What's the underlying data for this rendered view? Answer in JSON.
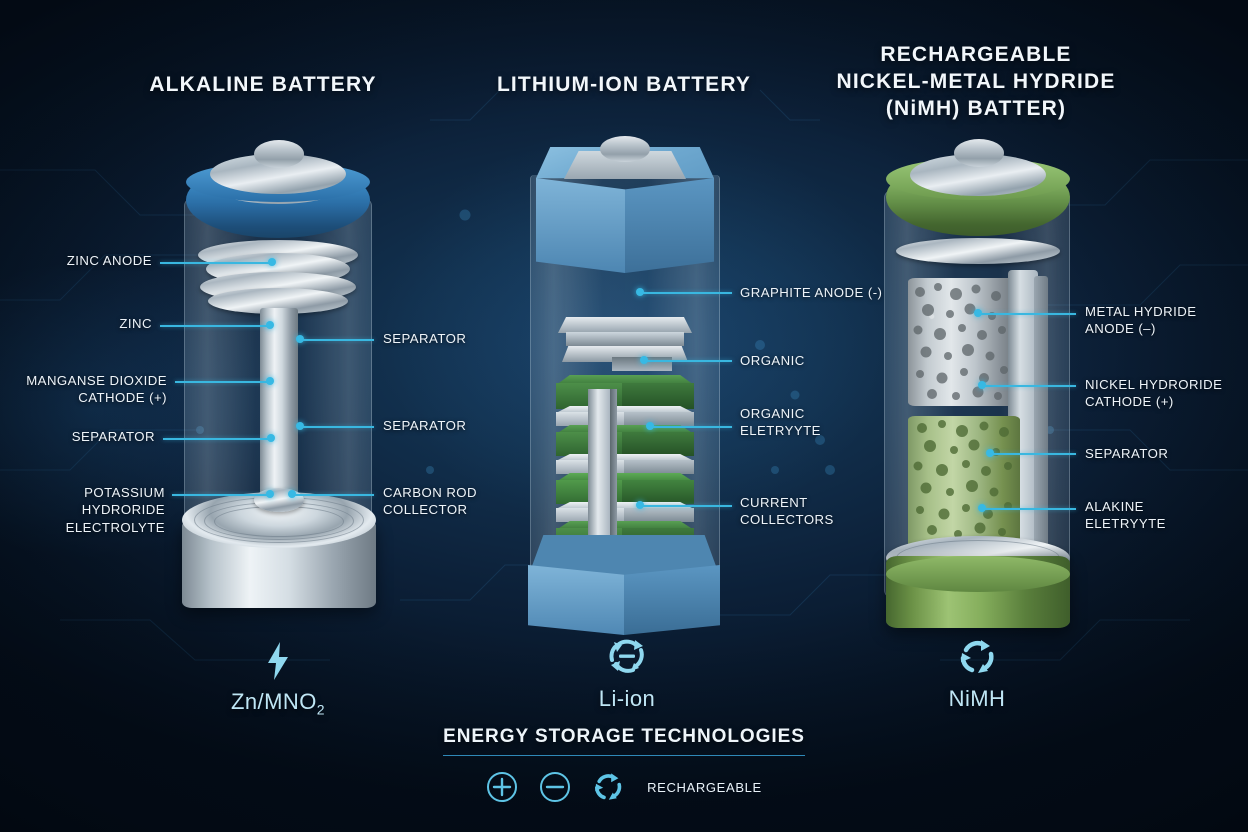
{
  "page": {
    "background_color": "#0a1628",
    "accent_color": "#39b7e0",
    "text_color": "#eef4f9"
  },
  "columns": [
    {
      "id": "alkaline",
      "title": "ALKALINE BATTERY",
      "chem_symbol": "Zn/MNO",
      "chem_subscript": "2",
      "chem_icon": "lightning-bolt-icon",
      "labels_left": [
        "ZINC ANODE",
        "ZINC",
        "MANGANSE DIOXIDE\nCATHODE (+)",
        "SEPARATOR",
        "POTASSIUM HYDRORIDE\nELECTROLYTE"
      ],
      "labels_right": [
        "SEPARATOR",
        "SEPARATOR",
        "CARBON ROD\nCOLLECTOR"
      ]
    },
    {
      "id": "lithium",
      "title": "LITHIUM-ION BATTERY",
      "chem_symbol": "Li-ion",
      "chem_subscript": "",
      "chem_icon": "recycle-minus-icon",
      "labels_left": [],
      "labels_right": [
        "GRAPHITE ANODE (-)",
        "ORGANIC",
        "ORGANIC\nELETRYYTE",
        "CURRENT\nCOLLECTORS"
      ]
    },
    {
      "id": "nimh",
      "title": "RECHARGEABLE\nNICKEL-METAL HYDRIDE\n(NiMH) BATTER)",
      "chem_symbol": "NiMH",
      "chem_subscript": "",
      "chem_icon": "recycle-icon",
      "labels_left": [],
      "labels_right": [
        "METAL HYDRIDE\nANODE (–)",
        "NICKEL HYDRORIDE\nCATHODE (+)",
        "SEPARATOR",
        "ALAKINE\nELETRYYTE"
      ]
    }
  ],
  "footer": {
    "title": "ENERGY STORAGE TECHNOLOGIES",
    "legend": [
      {
        "icon": "plus-circle-icon",
        "label": ""
      },
      {
        "icon": "minus-circle-icon",
        "label": ""
      },
      {
        "icon": "recycle-icon",
        "label": "RECHARGEABLE"
      }
    ],
    "rechargeable_label": "RECHARGEABLE"
  }
}
